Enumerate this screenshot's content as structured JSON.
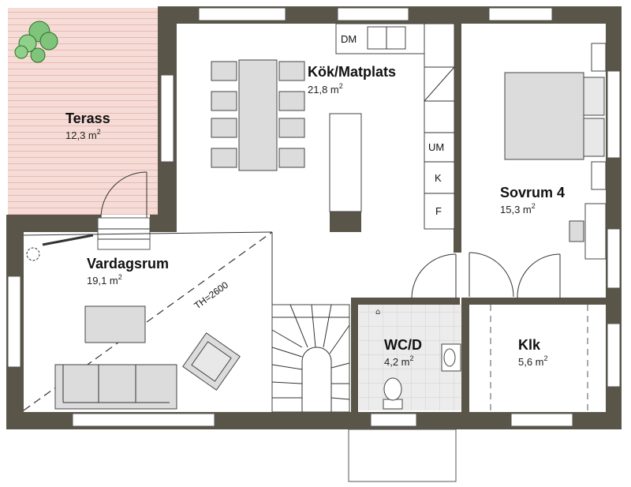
{
  "rooms": {
    "terass": {
      "name": "Terass",
      "area": "12,3 m",
      "unit_sup": "2"
    },
    "kok": {
      "name": "Kök/Matplats",
      "area": "21,8 m",
      "unit_sup": "2"
    },
    "sovrum": {
      "name": "Sovrum 4",
      "area": "15,3 m",
      "unit_sup": "2"
    },
    "vardagsrum": {
      "name": "Vardagsrum",
      "area": "19,1 m",
      "unit_sup": "2"
    },
    "wc": {
      "name": "WC/D",
      "area": "4,2 m",
      "unit_sup": "2"
    },
    "klk": {
      "name": "Klk",
      "area": "5,6 m",
      "unit_sup": "2"
    }
  },
  "appliances": {
    "dm": "DM",
    "um": "UM",
    "k": "K",
    "f": "F"
  },
  "ceiling_note": "TH=2600",
  "colors": {
    "wall": "#5a5549",
    "deck": "#f6dcd6",
    "tile": "#ececec",
    "furniture": "#dcdcdc"
  }
}
